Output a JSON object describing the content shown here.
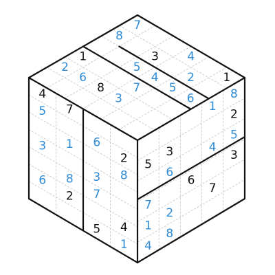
{
  "colors": {
    "given": "#111111",
    "entered": "#2e8bd6"
  },
  "puzzle": {
    "top": {
      "cells": [
        {
          "r": 0,
          "c": 0,
          "v": "7",
          "kind": "entered"
        },
        {
          "r": 0,
          "c": 3,
          "v": "4",
          "kind": "entered"
        },
        {
          "r": 0,
          "c": 5,
          "v": "1",
          "kind": "given"
        },
        {
          "r": 1,
          "c": 0,
          "v": "8",
          "kind": "entered"
        },
        {
          "r": 1,
          "c": 2,
          "v": "3",
          "kind": "given"
        },
        {
          "r": 1,
          "c": 4,
          "v": "2",
          "kind": "entered"
        },
        {
          "r": 2,
          "c": 2,
          "v": "5",
          "kind": "entered"
        },
        {
          "r": 2,
          "c": 3,
          "v": "4",
          "kind": "entered"
        },
        {
          "r": 2,
          "c": 4,
          "v": "5",
          "kind": "entered"
        },
        {
          "r": 2,
          "c": 5,
          "v": "6",
          "kind": "entered"
        },
        {
          "r": 3,
          "c": 0,
          "v": "1",
          "kind": "given"
        },
        {
          "r": 3,
          "c": 3,
          "v": "7",
          "kind": "entered"
        },
        {
          "r": 4,
          "c": 0,
          "v": "2",
          "kind": "entered"
        },
        {
          "r": 4,
          "c": 1,
          "v": "6",
          "kind": "entered"
        },
        {
          "r": 4,
          "c": 2,
          "v": "8",
          "kind": "given"
        },
        {
          "r": 4,
          "c": 3,
          "v": "3",
          "kind": "entered"
        }
      ]
    },
    "left": {
      "cells": [
        {
          "r": 0,
          "c": 0,
          "v": "4",
          "kind": "given"
        },
        {
          "r": 0,
          "c": 1,
          "v": "7",
          "kind": "given"
        },
        {
          "r": 1,
          "c": 0,
          "v": "5",
          "kind": "entered"
        },
        {
          "r": 1,
          "c": 2,
          "v": "6",
          "kind": "entered"
        },
        {
          "r": 1,
          "c": 3,
          "v": "2",
          "kind": "given"
        },
        {
          "r": 2,
          "c": 1,
          "v": "1",
          "kind": "entered"
        },
        {
          "r": 2,
          "c": 3,
          "v": "8",
          "kind": "entered"
        },
        {
          "r": 3,
          "c": 0,
          "v": "3",
          "kind": "entered"
        },
        {
          "r": 3,
          "c": 2,
          "v": "3",
          "kind": "entered"
        },
        {
          "r": 4,
          "c": 1,
          "v": "8",
          "kind": "entered"
        },
        {
          "r": 4,
          "c": 2,
          "v": "7",
          "kind": "entered"
        },
        {
          "r": 5,
          "c": 0,
          "v": "6",
          "kind": "entered"
        },
        {
          "r": 5,
          "c": 1,
          "v": "2",
          "kind": "given"
        },
        {
          "r": 5,
          "c": 3,
          "v": "4",
          "kind": "given"
        },
        {
          "r": 6,
          "c": 2,
          "v": "5",
          "kind": "given"
        },
        {
          "r": 6,
          "c": 3,
          "v": "1",
          "kind": "entered"
        }
      ]
    },
    "right": {
      "cells": [
        {
          "r": 0,
          "c": 3,
          "v": "1",
          "kind": "entered"
        },
        {
          "r": 0,
          "c": 4,
          "v": "8",
          "kind": "entered"
        },
        {
          "r": 1,
          "c": 0,
          "v": "5",
          "kind": "given"
        },
        {
          "r": 1,
          "c": 1,
          "v": "3",
          "kind": "given"
        },
        {
          "r": 1,
          "c": 4,
          "v": "2",
          "kind": "given"
        },
        {
          "r": 2,
          "c": 1,
          "v": "6",
          "kind": "entered"
        },
        {
          "r": 2,
          "c": 3,
          "v": "4",
          "kind": "entered"
        },
        {
          "r": 2,
          "c": 4,
          "v": "5",
          "kind": "entered"
        },
        {
          "r": 3,
          "c": 0,
          "v": "7",
          "kind": "entered"
        },
        {
          "r": 3,
          "c": 2,
          "v": "6",
          "kind": "given"
        },
        {
          "r": 3,
          "c": 4,
          "v": "3",
          "kind": "given"
        },
        {
          "r": 4,
          "c": 0,
          "v": "1",
          "kind": "entered"
        },
        {
          "r": 4,
          "c": 1,
          "v": "2",
          "kind": "entered"
        },
        {
          "r": 4,
          "c": 3,
          "v": "7",
          "kind": "given"
        },
        {
          "r": 5,
          "c": 0,
          "v": "4",
          "kind": "entered"
        },
        {
          "r": 5,
          "c": 1,
          "v": "8",
          "kind": "entered"
        }
      ]
    }
  }
}
